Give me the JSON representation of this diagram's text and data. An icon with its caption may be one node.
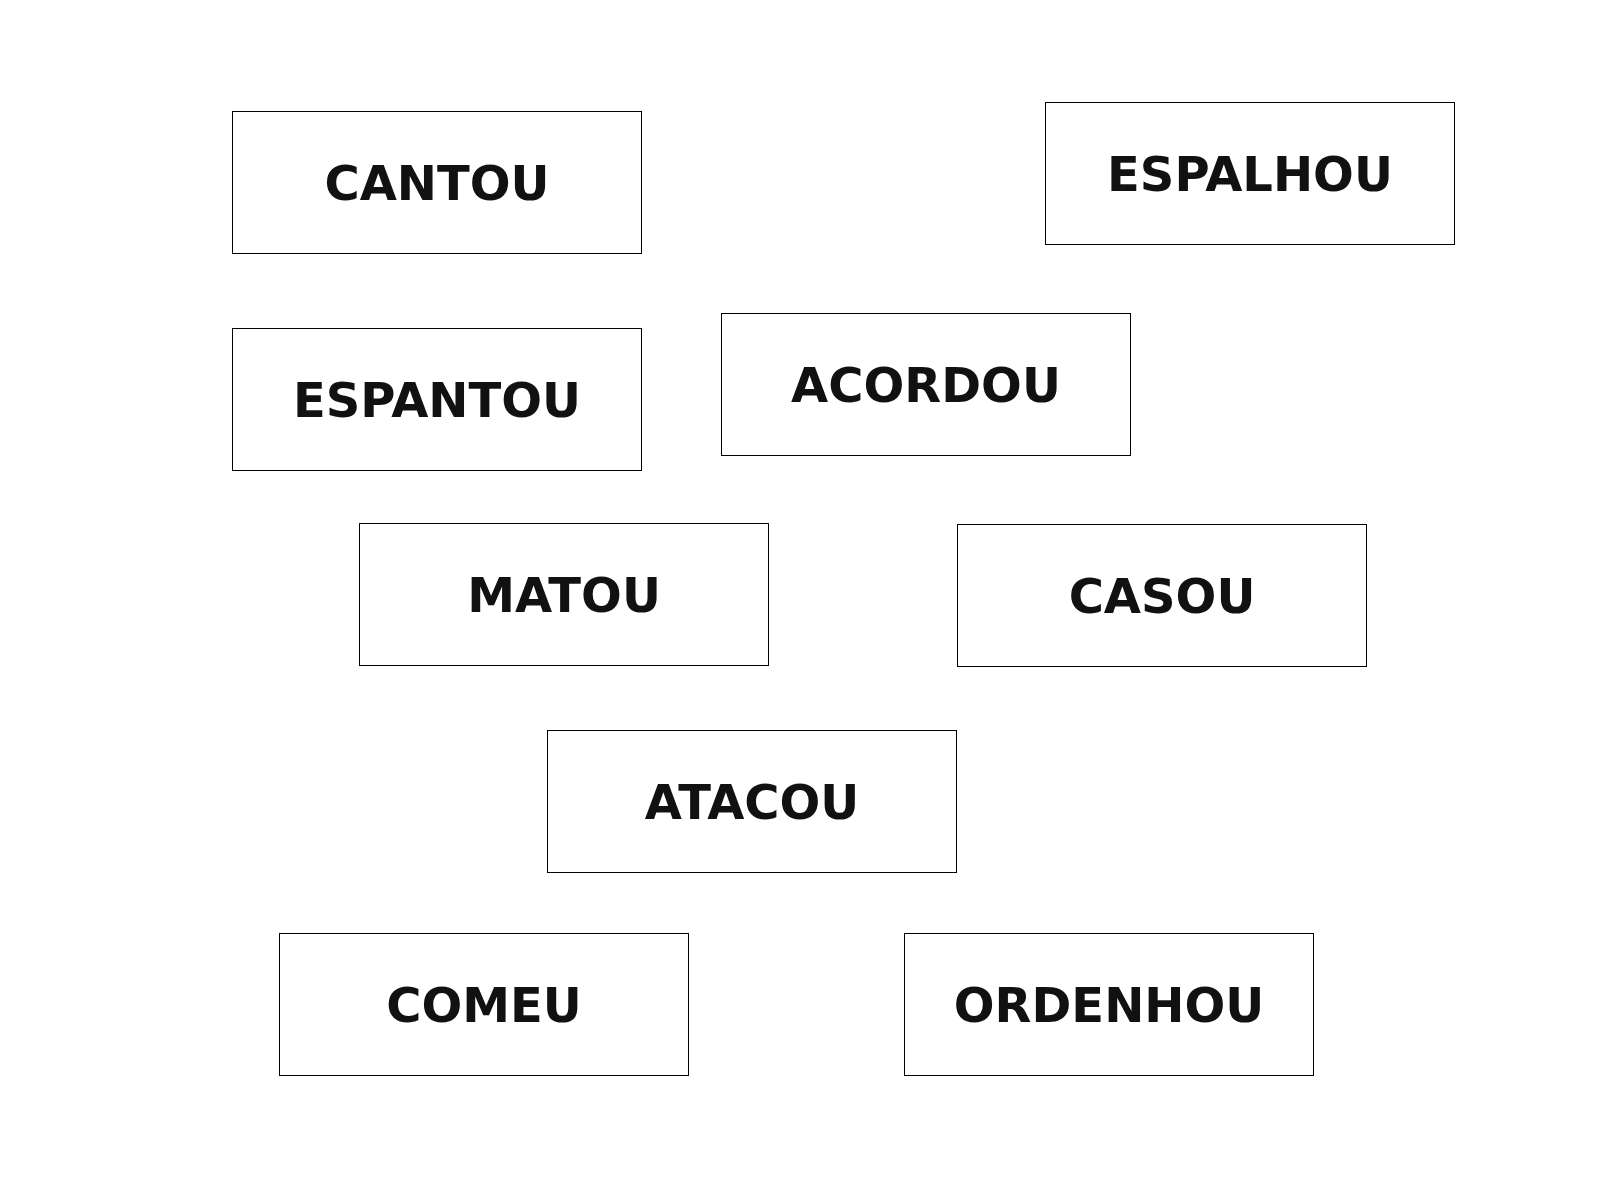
{
  "diagram": {
    "nodes": [
      {
        "text": [
          "CANTOU"
        ]
      },
      {
        "text": [
          "ESPALHOU"
        ]
      },
      {
        "text": [
          "ESPANTOU"
        ]
      },
      {
        "text": [
          "ACORDOU"
        ]
      },
      {
        "text": [
          "MATOU"
        ]
      },
      {
        "text": [
          "CASOU"
        ]
      },
      {
        "text": [
          "ATACOU"
        ]
      },
      {
        "text": [
          "COMEU"
        ]
      },
      {
        "text": [
          "ORDENHOU"
        ]
      }
    ]
  }
}
